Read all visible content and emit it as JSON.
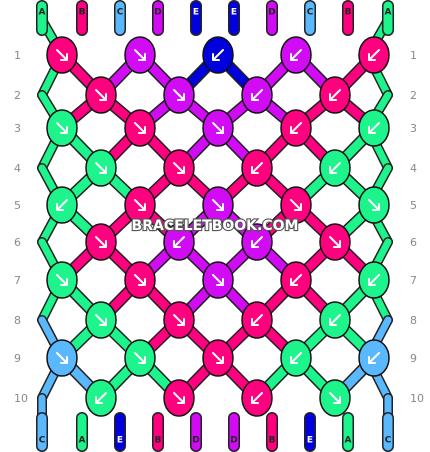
{
  "watermark": "BRACELETBOOK.COM",
  "colors": {
    "A": "#1df58c",
    "B": "#ff007f",
    "C": "#5ab8ff",
    "D": "#d10bf4",
    "E": "#0000dd"
  },
  "top_strings": [
    "A",
    "B",
    "C",
    "D",
    "E",
    "E",
    "D",
    "C",
    "B",
    "A"
  ],
  "bottom_strings": [
    "C",
    "A",
    "E",
    "B",
    "D",
    "D",
    "B",
    "E",
    "A",
    "C"
  ],
  "row_labels": [
    "1",
    "2",
    "3",
    "4",
    "5",
    "6",
    "7",
    "8",
    "9",
    "10"
  ],
  "rows": [
    [
      {
        "c": "B",
        "d": "R"
      },
      {
        "c": "D",
        "d": "R"
      },
      {
        "c": "E",
        "d": "L"
      },
      {
        "c": "D",
        "d": "L"
      },
      {
        "c": "B",
        "d": "L"
      }
    ],
    [
      {
        "c": "B",
        "d": "R"
      },
      {
        "c": "D",
        "d": "R"
      },
      {
        "c": "D",
        "d": "L"
      },
      {
        "c": "B",
        "d": "L"
      }
    ],
    [
      {
        "c": "A",
        "d": "R"
      },
      {
        "c": "B",
        "d": "R"
      },
      {
        "c": "D",
        "d": "R"
      },
      {
        "c": "B",
        "d": "L"
      },
      {
        "c": "A",
        "d": "L"
      }
    ],
    [
      {
        "c": "A",
        "d": "R"
      },
      {
        "c": "B",
        "d": "R"
      },
      {
        "c": "B",
        "d": "L"
      },
      {
        "c": "A",
        "d": "L"
      }
    ],
    [
      {
        "c": "A",
        "d": "L"
      },
      {
        "c": "B",
        "d": "R"
      },
      {
        "c": "D",
        "d": "R"
      },
      {
        "c": "B",
        "d": "R"
      },
      {
        "c": "A",
        "d": "R"
      }
    ],
    [
      {
        "c": "B",
        "d": "R"
      },
      {
        "c": "D",
        "d": "L"
      },
      {
        "c": "D",
        "d": "L"
      },
      {
        "c": "B",
        "d": "R"
      }
    ],
    [
      {
        "c": "A",
        "d": "R"
      },
      {
        "c": "B",
        "d": "R"
      },
      {
        "c": "D",
        "d": "R"
      },
      {
        "c": "B",
        "d": "L"
      },
      {
        "c": "A",
        "d": "L"
      }
    ],
    [
      {
        "c": "A",
        "d": "R"
      },
      {
        "c": "B",
        "d": "R"
      },
      {
        "c": "B",
        "d": "L"
      },
      {
        "c": "A",
        "d": "L"
      }
    ],
    [
      {
        "c": "C",
        "d": "R"
      },
      {
        "c": "A",
        "d": "R"
      },
      {
        "c": "B",
        "d": "R"
      },
      {
        "c": "A",
        "d": "L"
      },
      {
        "c": "C",
        "d": "L"
      }
    ],
    [
      {
        "c": "A",
        "d": "L"
      },
      {
        "c": "B",
        "d": "R"
      },
      {
        "c": "B",
        "d": "L"
      },
      {
        "c": "A",
        "d": "R"
      }
    ]
  ]
}
